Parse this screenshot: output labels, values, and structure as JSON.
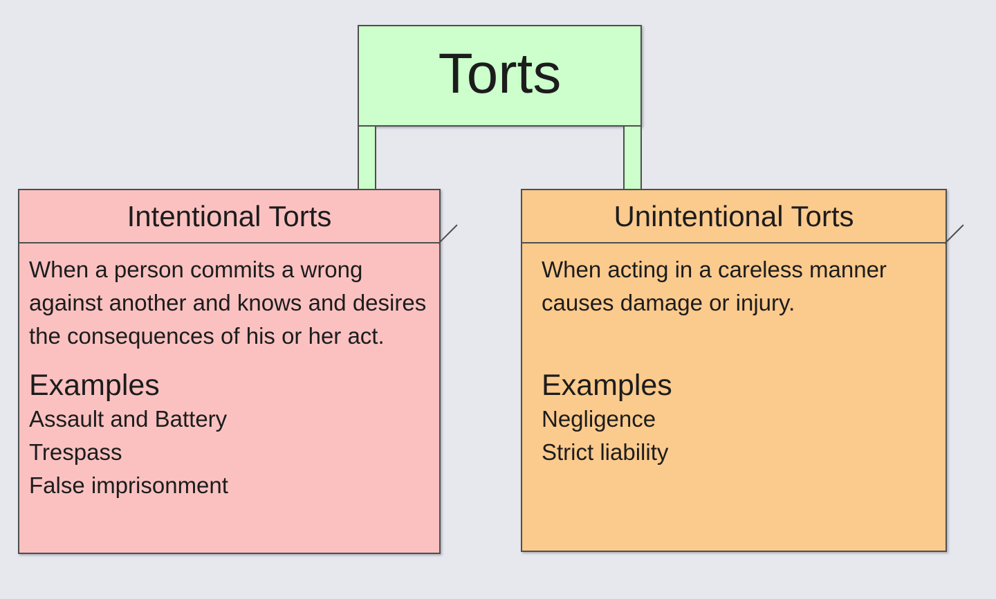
{
  "colors": {
    "background": "#e7e7ee",
    "node_green": "#ccffcc",
    "node_pink": "#fbc1c1",
    "node_orange": "#fbca8d",
    "line": "#4e4e4e",
    "text": "#1c1c1c"
  },
  "diagram": {
    "root": {
      "label": "Torts"
    },
    "nodes": [
      {
        "title": "Intentional Torts",
        "description": "When a person commits a wrong against another and knows and desires the consequences of his or her act.",
        "examples_heading": "Examples",
        "examples": [
          "Assault and Battery",
          "Trespass",
          "False imprisonment"
        ]
      },
      {
        "title": "Unintentional Torts",
        "description": "When acting in a careless manner causes damage or injury.",
        "examples_heading": "Examples",
        "examples": [
          "Negligence",
          "Strict liability"
        ]
      }
    ]
  }
}
